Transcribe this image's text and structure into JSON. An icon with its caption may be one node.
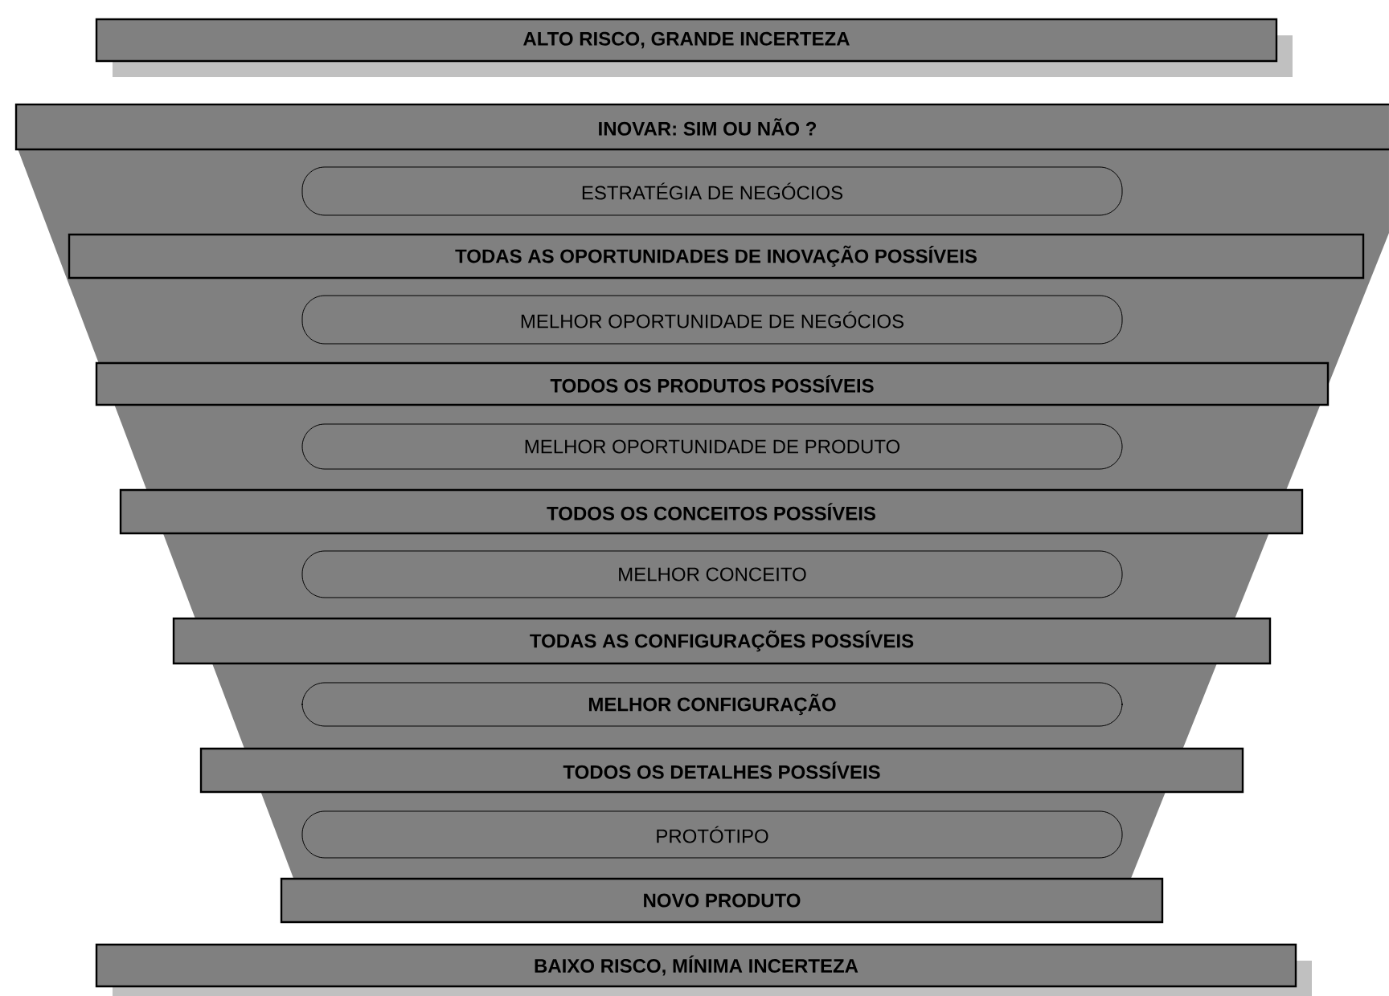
{
  "diagram": {
    "nodes": [
      {
        "text": [
          "ALTO RISCO, GRANDE INCERTEZA"
        ]
      },
      {
        "text": [
          "INOVAR: SIM OU NÃO ?"
        ]
      },
      {
        "text": [
          "ESTRATÉGIA DE NEGÓCIOS"
        ]
      },
      {
        "text": [
          "TODAS AS OPORTUNIDADES DE INOVAÇÃO POSSÍVEIS"
        ]
      },
      {
        "text": [
          "MELHOR OPORTUNIDADE DE NEGÓCIOS"
        ]
      },
      {
        "text": [
          "TODOS OS PRODUTOS POSSÍVEIS"
        ]
      },
      {
        "text": [
          "MELHOR OPORTUNIDADE DE PRODUTO"
        ]
      },
      {
        "text": [
          "TODOS OS CONCEITOS POSSÍVEIS"
        ]
      },
      {
        "text": [
          "MELHOR CONCEITO"
        ]
      },
      {
        "text": [
          "TODAS AS CONFIGURAÇÕES POSSÍVEIS"
        ]
      },
      {
        "text": [
          "MELHOR CONFIGURAÇÃO"
        ]
      },
      {
        "text": [
          "TODOS OS DETALHES POSSÍVEIS"
        ]
      },
      {
        "text": [
          "PROTÓTIPO"
        ]
      },
      {
        "text": [
          "NOVO PRODUTO"
        ]
      },
      {
        "text": [
          "BAIXO RISCO, MÍNIMA INCERTEZA"
        ]
      }
    ]
  }
}
